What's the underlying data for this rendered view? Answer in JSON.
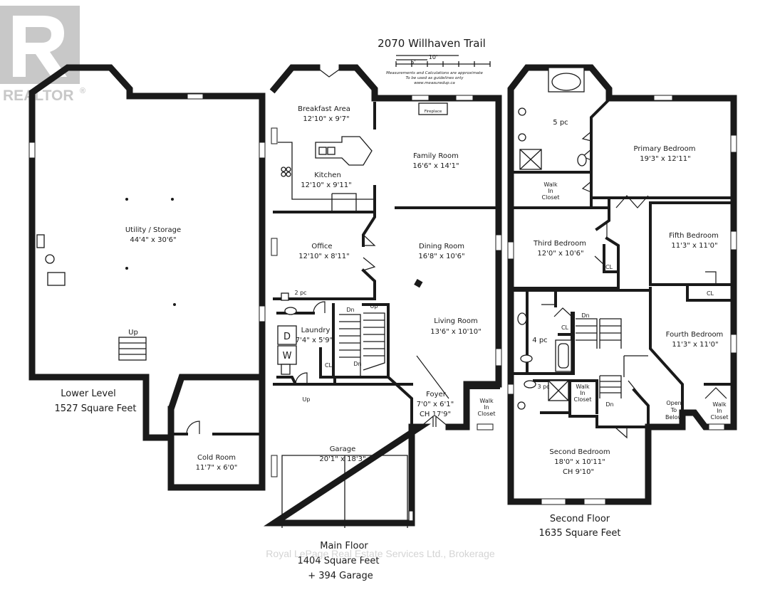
{
  "logo": {
    "text": "REALTOR",
    "mark": "®"
  },
  "title": "2070 Willhaven Trail",
  "scale": {
    "label_10": "10'",
    "label_5": "5'",
    "note_line1": "Measurements and Calculations are approximate",
    "note_line2": "To be used as guidelines only",
    "note_line3": "www.measuredup.ca"
  },
  "lower_level": {
    "heading": "Lower Level",
    "area": "1527 Square Feet",
    "rooms": {
      "utility_name": "Utility / Storage",
      "utility_dim": "44'4\" x 30'6\"",
      "cold_name": "Cold Room",
      "cold_dim": "11'7\" x 6'0\"",
      "up": "Up"
    }
  },
  "main_floor": {
    "heading": "Main Floor",
    "area": "1404 Square Feet",
    "garage_area": "+ 394 Garage",
    "rooms": {
      "breakfast_name": "Breakfast Area",
      "breakfast_dim": "12'10\" x 9'7\"",
      "fireplace": "Fireplace",
      "family_name": "Family Room",
      "family_dim": "16'6\" x 14'1\"",
      "kitchen_name": "Kitchen",
      "kitchen_dim": "12'10\" x 9'11\"",
      "office_name": "Office",
      "office_dim": "12'10\" x 8'11\"",
      "dining_name": "Dining Room",
      "dining_dim": "16'8\" x 10'6\"",
      "living_name": "Living Room",
      "living_dim": "13'6\" x 10'10\"",
      "powder": "2 pc",
      "laundry_name": "Laundry",
      "laundry_dim": "7'4\" x 5'9\"",
      "dryer": "D",
      "washer": "W",
      "cl": "CL",
      "dn1": "Dn",
      "up1": "Up",
      "dn2": "Dn",
      "up2": "Up",
      "foyer_name": "Foyer",
      "foyer_dim": "7'0\" x 6'1\"",
      "foyer_ch": "CH 17'9\"",
      "wic_line1": "Walk",
      "wic_line2": "In",
      "wic_line3": "Closet",
      "garage_name": "Garage",
      "garage_dim": "20'1\" x 18'3\""
    }
  },
  "second_floor": {
    "heading": "Second Floor",
    "area": "1635 Square Feet",
    "rooms": {
      "ensuite": "5 pc",
      "primary_name": "Primary Bedroom",
      "primary_dim": "19'3\" x 12'11\"",
      "wic_line1": "Walk",
      "wic_line2": "In",
      "wic_line3": "Closet",
      "third_name": "Third Bedroom",
      "third_dim": "12'0\" x 10'6\"",
      "fifth_name": "Fifth Bedroom",
      "fifth_dim": "11'3\" x 11'0\"",
      "cl1": "CL",
      "cl2": "CL",
      "cl3": "CL",
      "bath4": "4 pc",
      "dn1": "Dn",
      "dn2": "Dn",
      "fourth_name": "Fourth Bedroom",
      "fourth_dim": "11'3\" x 11'0\"",
      "bath3": "3 pc",
      "open_line1": "Open",
      "open_line2": "To",
      "open_line3": "Below",
      "second_name": "Second Bedroom",
      "second_dim": "18'0\" x 10'11\"",
      "second_ch": "CH 9'10\""
    }
  },
  "watermark": "Royal LePage Real Estate Services Ltd., Brokerage"
}
